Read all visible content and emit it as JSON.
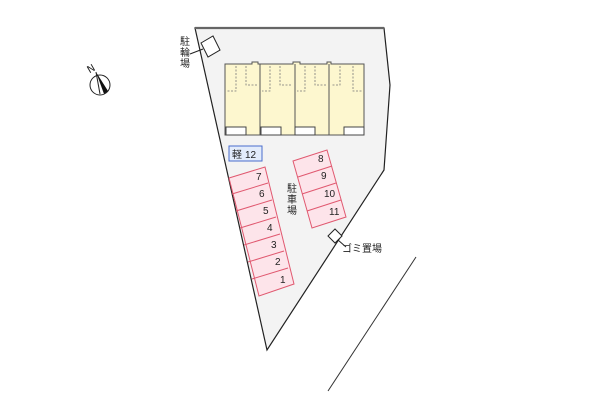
{
  "map": {
    "compass": {
      "label": "N"
    },
    "labels": {
      "bicycle_parking": "駐輪場",
      "parking": "駐車場",
      "garbage": "ゴミ置場"
    },
    "light_car_space": {
      "prefix": "軽",
      "number": "12"
    },
    "parking_left": [
      "7",
      "6",
      "5",
      "4",
      "3",
      "2",
      "1"
    ],
    "parking_right": [
      "8",
      "9",
      "10",
      "11"
    ],
    "colors": {
      "site_fill": "#f3f3f3",
      "building_fill": "#fdf7cf",
      "parking_fill": "#fde4ea",
      "parking_stroke": "#e0586f",
      "light_car_fill": "#e3ecfb",
      "light_car_stroke": "#4a6ccc"
    }
  }
}
